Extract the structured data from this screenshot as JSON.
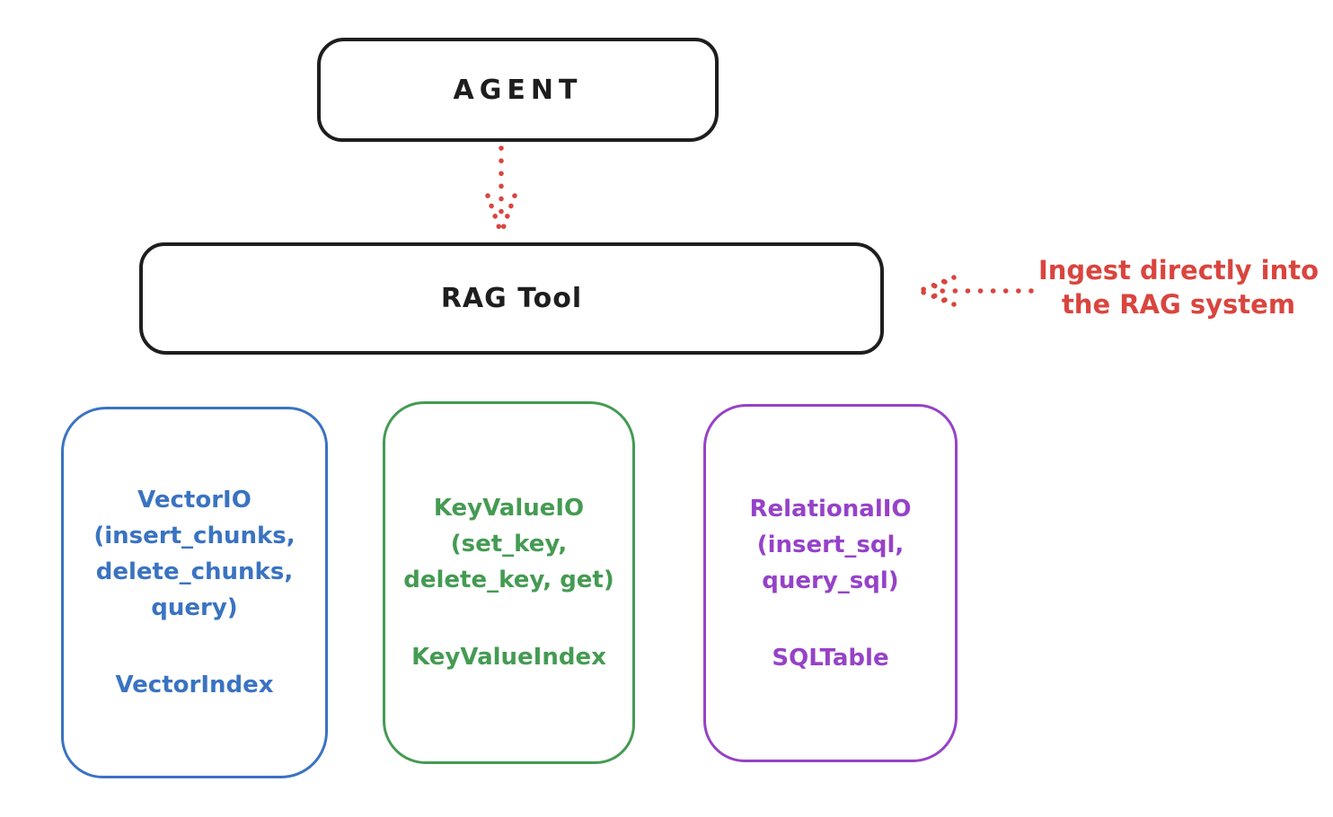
{
  "canvas": {
    "background": "#ffffff"
  },
  "colors": {
    "ink": "#1e1e1e",
    "red": "#d9453e",
    "blue": "#3a73c2",
    "green": "#449b52",
    "purple": "#9642c8"
  },
  "nodes": {
    "agent": {
      "label": "AGENT"
    },
    "rag_tool": {
      "label": "RAG Tool"
    },
    "vector": {
      "lines": [
        "VectorIO",
        "(insert_chunks,",
        "delete_chunks,",
        "query)"
      ],
      "index_label": "VectorIndex"
    },
    "keyvalue": {
      "lines": [
        "KeyValueIO",
        "(set_key,",
        "delete_key, get)"
      ],
      "index_label": "KeyValueIndex"
    },
    "relational": {
      "lines": [
        "RelationalIO",
        "(insert_sql,",
        "query_sql)"
      ],
      "index_label": "SQLTable"
    }
  },
  "annotation": {
    "lines": [
      "Ingest directly into",
      "the RAG system"
    ]
  }
}
